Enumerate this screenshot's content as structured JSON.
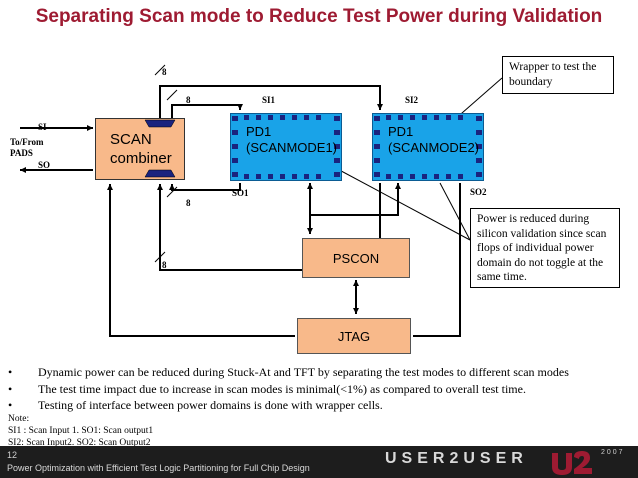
{
  "title": "Separating Scan mode to Reduce Test Power during Validation",
  "diagram": {
    "labels": {
      "si": "SI",
      "to_from": "To/From",
      "pads": "PADS",
      "so": "SO",
      "bus_top": "8",
      "bus_si1": "8",
      "bus_so1": "8",
      "bus_mid": "8",
      "si1": "SI1",
      "si2": "SI2",
      "so1": "SO1",
      "so2": "SO2"
    },
    "scan_combiner": {
      "line1": "SCAN",
      "line2": "combiner"
    },
    "pd1": {
      "line1": "PD1",
      "line2": "(SCANMODE1)"
    },
    "pd2": {
      "line1": "PD1",
      "line2": "(SCANMODE2)"
    },
    "pscon": "PSCON",
    "jtag": "JTAG",
    "wrapper_note": "Wrapper  to test the boundary",
    "power_note": "Power is reduced during silicon validation since scan flops of individual power domain do not toggle at the same time."
  },
  "bullets": [
    "Dynamic power can be reduced during Stuck-At and TFT by separating the test modes to different scan modes",
    "The test time impact due to increase in scan modes is minimal(<1%) as compared to overall test time.",
    "Testing of interface between power domains is done with wrapper cells."
  ],
  "bullet_char": "•",
  "notes": {
    "heading": "Note:",
    "line1": "SI1 : Scan Input 1. SO1: Scan output1",
    "line2": "SI2: Scan Input2. SO2: Scan Output2"
  },
  "footer": {
    "page_number": "12",
    "text": "Power Optimization with Efficient Test Logic Partitioning for Full Chip Design",
    "brand": "USER2USER",
    "year": "2007"
  },
  "colors": {
    "title": "#9e1b32",
    "block_orange": "#f8b98a",
    "block_blue": "#19a3e8",
    "wrapper_cell": "#1a237e",
    "footer_bg": "#1d1d1d"
  }
}
